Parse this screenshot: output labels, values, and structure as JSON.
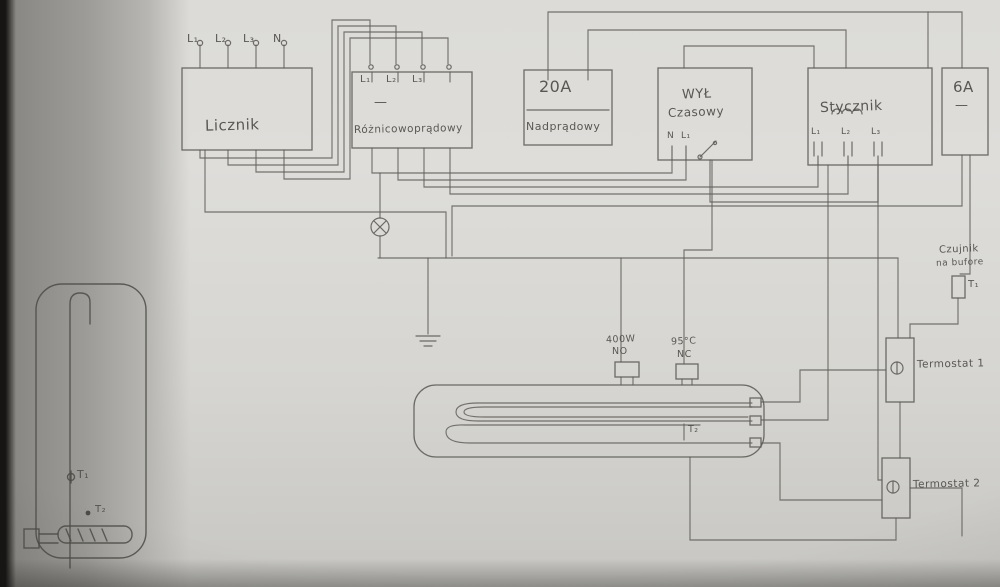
{
  "meter": {
    "label": "Licznik",
    "terminals": [
      "L₁",
      "L₂",
      "L₃",
      "N"
    ]
  },
  "rcd": {
    "label": "Różnicowoprądowy",
    "terminals": [
      "L₁",
      "L₂",
      "L₃"
    ],
    "dash": "—"
  },
  "breaker_20a": {
    "rating": "20A",
    "label": "Nadprądowy"
  },
  "timer": {
    "title_line1": "WYŁ",
    "title_line2": "Czasowy",
    "terminal_n": "N",
    "terminal_l1": "L₁"
  },
  "contactor": {
    "label": "Stycznik",
    "terminals": [
      "L₁",
      "L₂",
      "L₃"
    ]
  },
  "breaker_6a": {
    "rating": "6A",
    "dash": "—"
  },
  "buffer_sensor": {
    "line1": "Czujnik",
    "line2": "na bufore",
    "tag": "T₁"
  },
  "thermostat_1": {
    "label": "Termostat 1"
  },
  "thermostat_2": {
    "label": "Termostat 2"
  },
  "heating_element": {
    "no_switch_power": "400W",
    "no_switch_type": "NO",
    "nc_switch_temp": "95°C",
    "nc_switch_type": "NC",
    "probe_tag": "T₂"
  },
  "boiler": {
    "top_probe": "T₁",
    "bottom_probe": "T₂"
  },
  "colors": {
    "paper": "#dcdbd7",
    "pencil": "#5f5e5a"
  }
}
